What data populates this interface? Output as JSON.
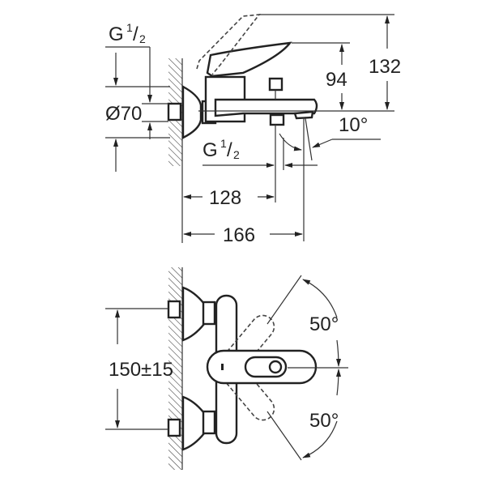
{
  "side_view": {
    "thread_left": {
      "main": "G",
      "frac_num": "1",
      "frac_den": "2"
    },
    "diameter": "Ø70",
    "thread_bottom": {
      "main": "G",
      "frac_num": "1",
      "frac_den": "2"
    },
    "height_lever": "94",
    "height_total": "132",
    "angle": "10°",
    "depth_outlet": "128",
    "depth_total": "166"
  },
  "front_view": {
    "center_distance": "150±15",
    "angle_up": "50°",
    "angle_down": "50°"
  },
  "colors": {
    "line": "#222222",
    "background": "#ffffff"
  }
}
